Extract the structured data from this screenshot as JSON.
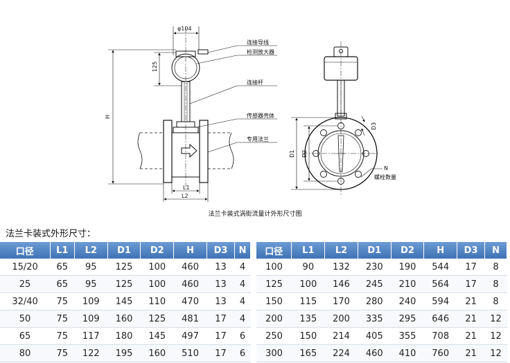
{
  "drawing": {
    "dim_phi104": "φ104",
    "dim_125": "125",
    "dim_H": "H",
    "dim_L1": "L1",
    "dim_L2": "L2",
    "dim_D1": "D1",
    "dim_D2": "D2",
    "dim_D3": "D3",
    "dim_N": "N",
    "callouts": {
      "connect_wire": "连接导线",
      "amplifier": "检测放大器",
      "rod": "连接杆",
      "sensor_housing": "传感器壳体",
      "flange": "专用法兰",
      "bolt_count": "螺栓数量"
    },
    "caption": "法兰卡装式涡街流量计外形尺寸图"
  },
  "section_title": "法兰卡装式外形尺寸：",
  "table_headers": [
    "口径",
    "L1",
    "L2",
    "D1",
    "D2",
    "H",
    "D3",
    "N"
  ],
  "table_left": [
    [
      "15/20",
      "65",
      "95",
      "125",
      "100",
      "460",
      "13",
      "4"
    ],
    [
      "25",
      "65",
      "95",
      "125",
      "100",
      "460",
      "13",
      "4"
    ],
    [
      "32/40",
      "75",
      "109",
      "145",
      "110",
      "470",
      "13",
      "4"
    ],
    [
      "50",
      "75",
      "109",
      "160",
      "125",
      "481",
      "17",
      "4"
    ],
    [
      "65",
      "75",
      "117",
      "180",
      "145",
      "497",
      "17",
      "6"
    ],
    [
      "80",
      "75",
      "122",
      "195",
      "160",
      "510",
      "17",
      "6"
    ]
  ],
  "table_right": [
    [
      "100",
      "90",
      "132",
      "230",
      "190",
      "544",
      "17",
      "8"
    ],
    [
      "125",
      "100",
      "146",
      "245",
      "210",
      "564",
      "17",
      "8"
    ],
    [
      "150",
      "115",
      "170",
      "280",
      "240",
      "594",
      "21",
      "8"
    ],
    [
      "200",
      "135",
      "200",
      "335",
      "295",
      "646",
      "21",
      "12"
    ],
    [
      "250",
      "150",
      "214",
      "405",
      "355",
      "708",
      "21",
      "12"
    ],
    [
      "300",
      "165",
      "224",
      "460",
      "410",
      "760",
      "21",
      "12"
    ]
  ]
}
